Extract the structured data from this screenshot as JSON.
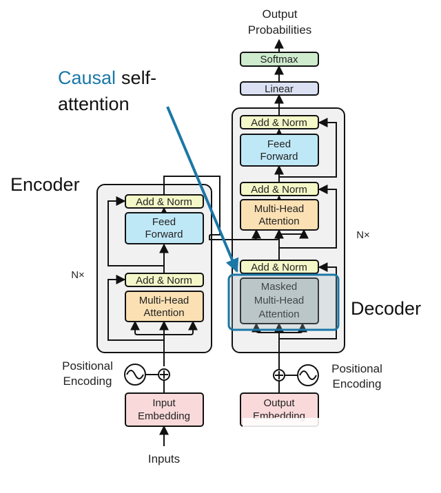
{
  "annotation": {
    "keyword": "Causal",
    "rest_line1": "self-",
    "line2": "attention",
    "accent_color": "#1a77a6"
  },
  "encoder": {
    "title": "Encoder",
    "repeat": "N×",
    "add_norm_top": "Add & Norm",
    "feed_forward_1": "Feed",
    "feed_forward_2": "Forward",
    "add_norm_bottom": "Add & Norm",
    "attention_1": "Multi-Head",
    "attention_2": "Attention",
    "positional_1": "Positional",
    "positional_2": "Encoding",
    "embedding_1": "Input",
    "embedding_2": "Embedding",
    "inputs": "Inputs"
  },
  "decoder": {
    "title": "Decoder",
    "repeat": "N×",
    "output_1": "Output",
    "output_2": "Probabilities",
    "softmax": "Softmax",
    "linear": "Linear",
    "add_norm_top": "Add & Norm",
    "feed_forward_1": "Feed",
    "feed_forward_2": "Forward",
    "add_norm_mid": "Add & Norm",
    "cross_attention_1": "Multi-Head",
    "cross_attention_2": "Attention",
    "add_norm_bottom": "Add & Norm",
    "masked_attention_1": "Masked",
    "masked_attention_2": "Multi-Head",
    "masked_attention_3": "Attention",
    "positional_1": "Positional",
    "positional_2": "Encoding",
    "embedding_1": "Output",
    "embedding_2": "Embedding"
  },
  "colors": {
    "add_norm": "#f4f7c7",
    "feed_forward": "#bfe8f7",
    "attention": "#fbe0b3",
    "embedding": "#f9d9d9",
    "softmax": "#cfeccf",
    "linear": "#dbe1f3",
    "stack_bg": "#f1f1f1",
    "masked_bg": "#c4ccce"
  }
}
